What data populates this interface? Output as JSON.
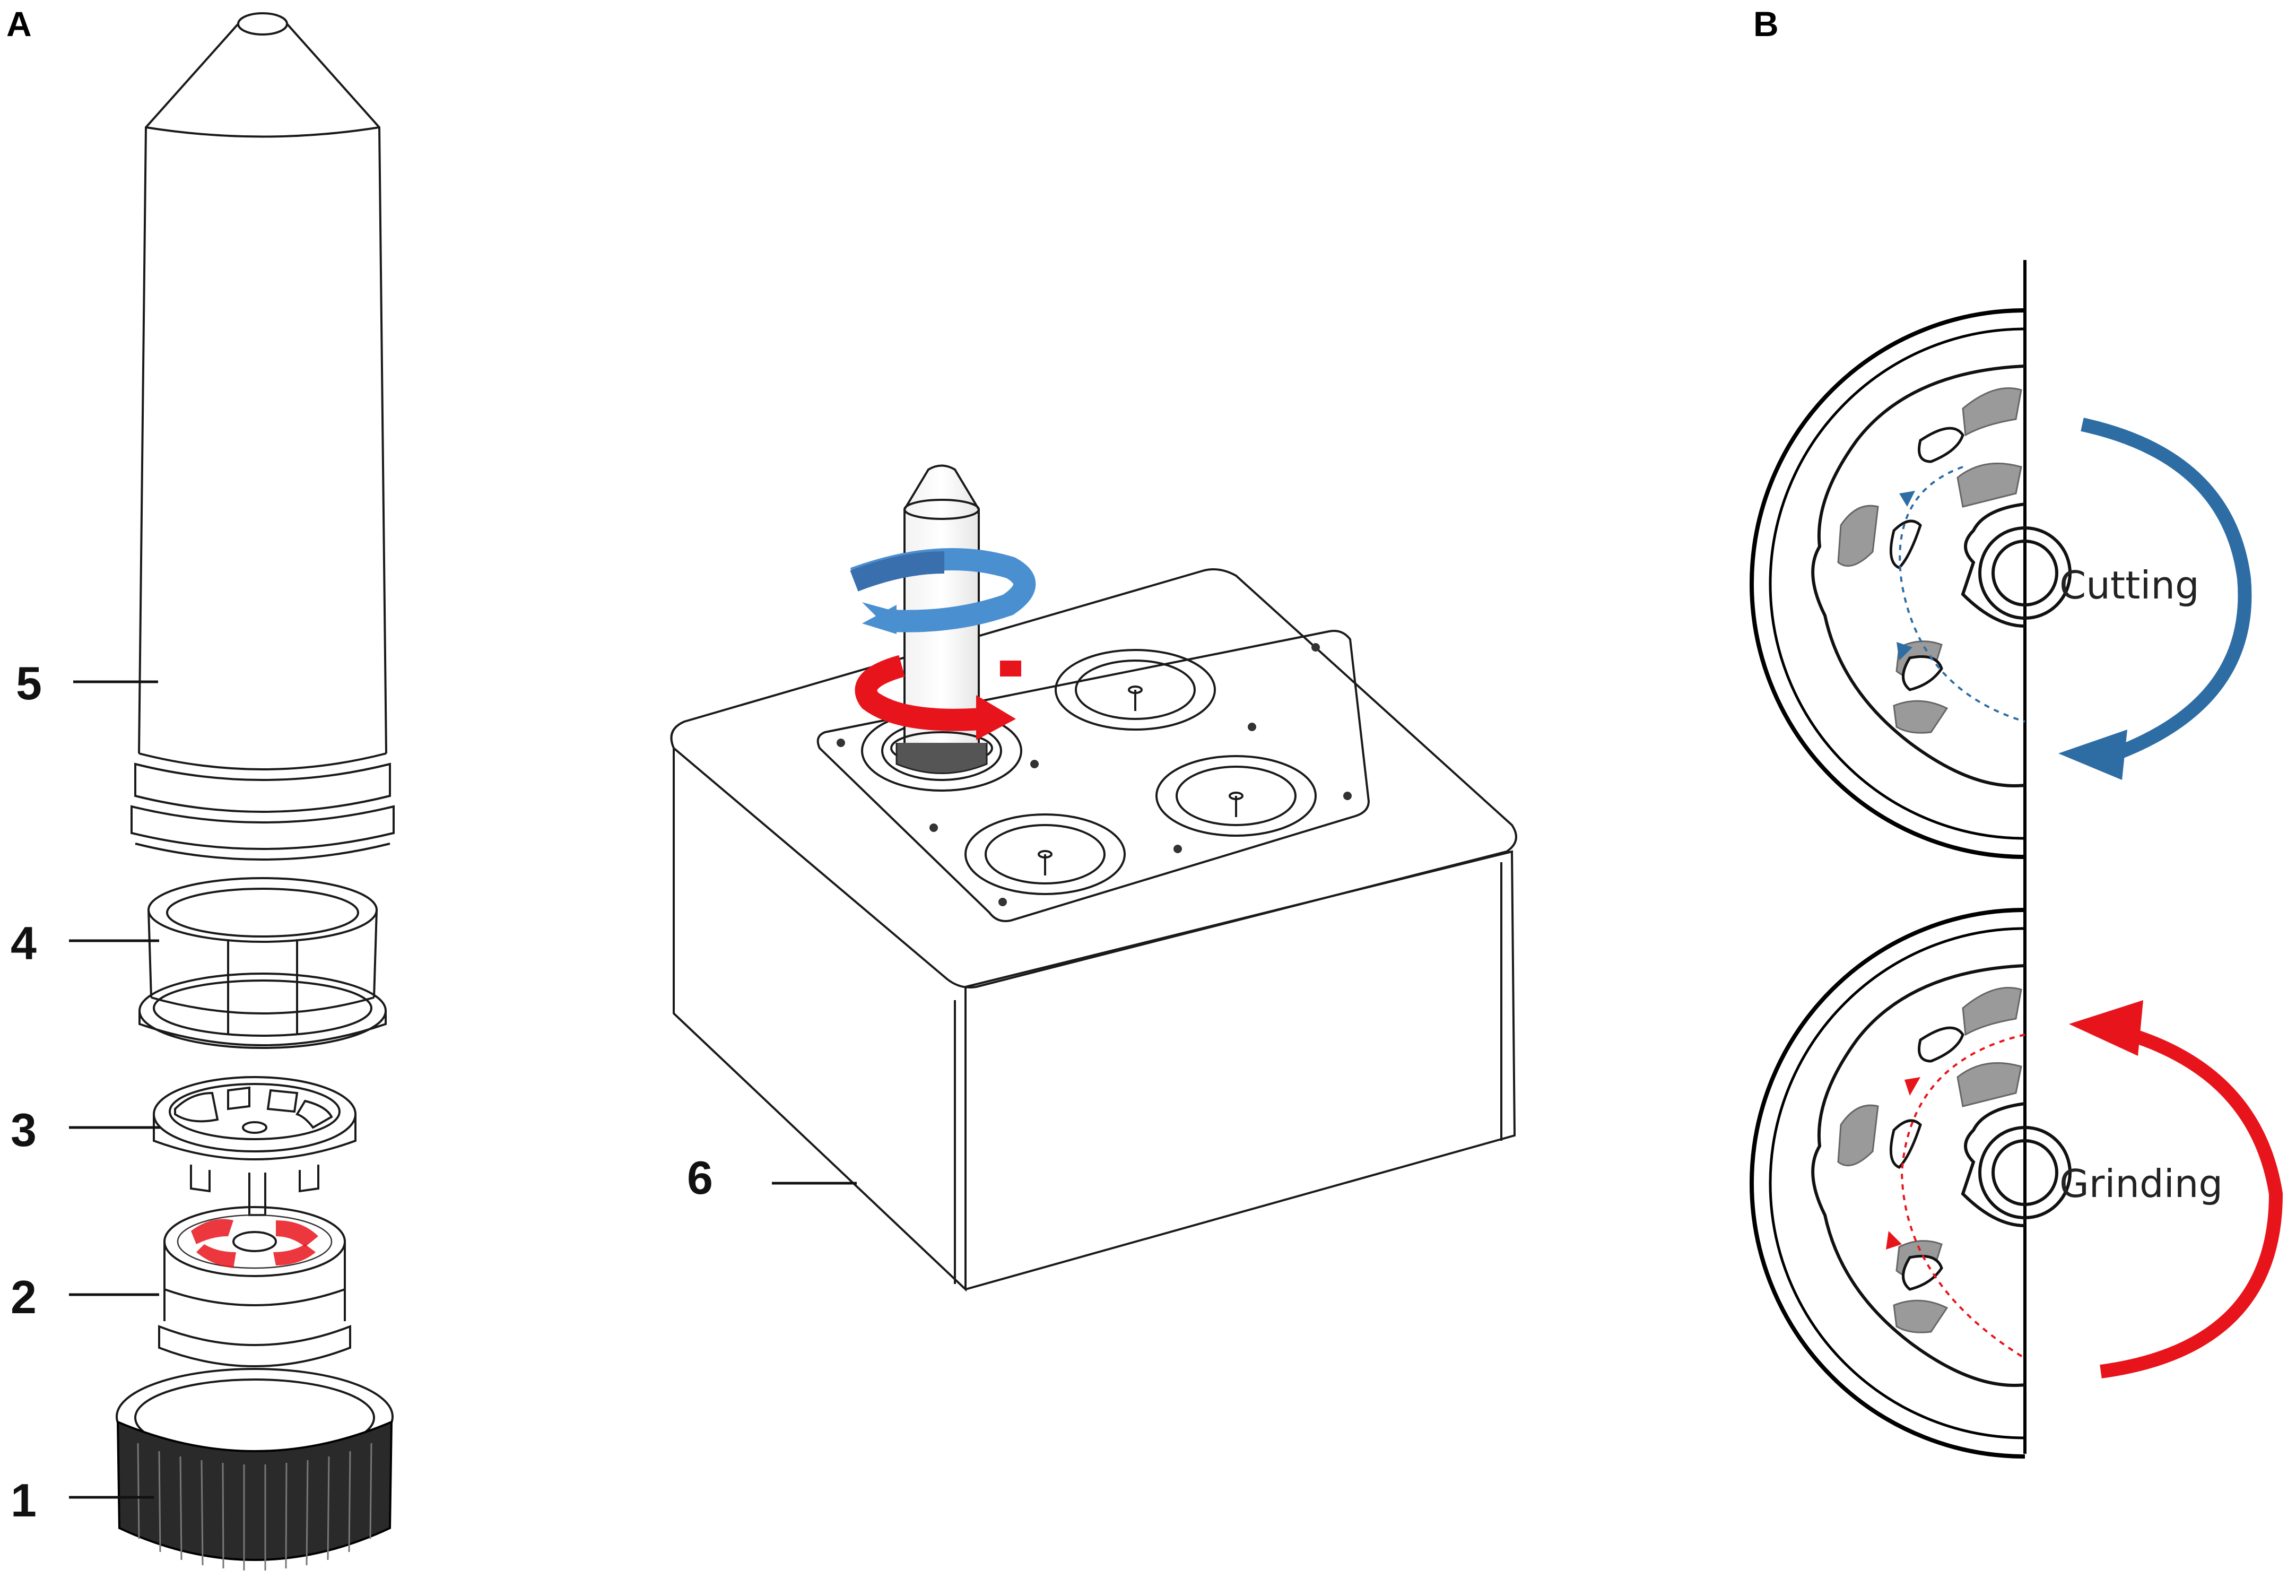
{
  "panels": {
    "a": {
      "letter": "A"
    },
    "b": {
      "letter": "B"
    }
  },
  "part_labels": [
    "1",
    "2",
    "3",
    "4",
    "5",
    "6"
  ],
  "modes": {
    "cutting": {
      "label": "Cutting",
      "color": "#2e6da4"
    },
    "grinding": {
      "label": "Grinding",
      "color": "#e8141b"
    }
  },
  "colors": {
    "line": "#1a1a1a",
    "blade": "#9a9a9a",
    "rotation_blue": "#4a8fd0",
    "rotation_red": "#e8141b"
  }
}
